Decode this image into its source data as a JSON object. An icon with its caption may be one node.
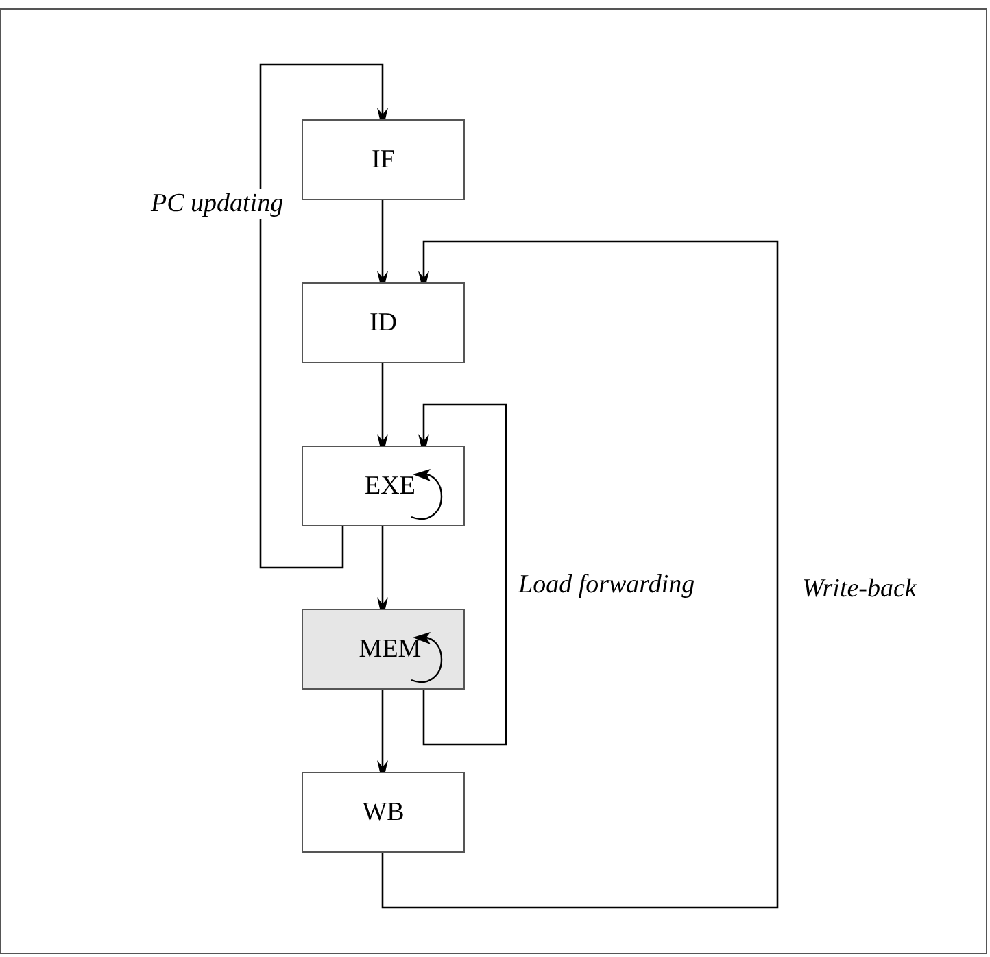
{
  "diagram": {
    "nodes": [
      {
        "text": [
          "IF"
        ]
      },
      {
        "text": [
          "ID"
        ]
      },
      {
        "text": [
          "EXE"
        ]
      },
      {
        "text": [
          "MEM"
        ]
      },
      {
        "text": [
          "WB"
        ]
      }
    ],
    "edges": [
      {
        "from": 0,
        "to": 1,
        "arrow": "to"
      },
      {
        "from": 1,
        "to": 2,
        "arrow": "to"
      },
      {
        "from": 2,
        "to": 3,
        "arrow": "to"
      },
      {
        "from": 3,
        "to": 4,
        "arrow": "to"
      },
      {
        "from": 2,
        "to": 0,
        "arrow": "to",
        "label": "PC updating"
      },
      {
        "from": 3,
        "to": 2,
        "arrow": "to",
        "label": "Load forwarding"
      },
      {
        "from": 4,
        "to": 1,
        "arrow": "to",
        "label": "Write-back"
      }
    ]
  }
}
